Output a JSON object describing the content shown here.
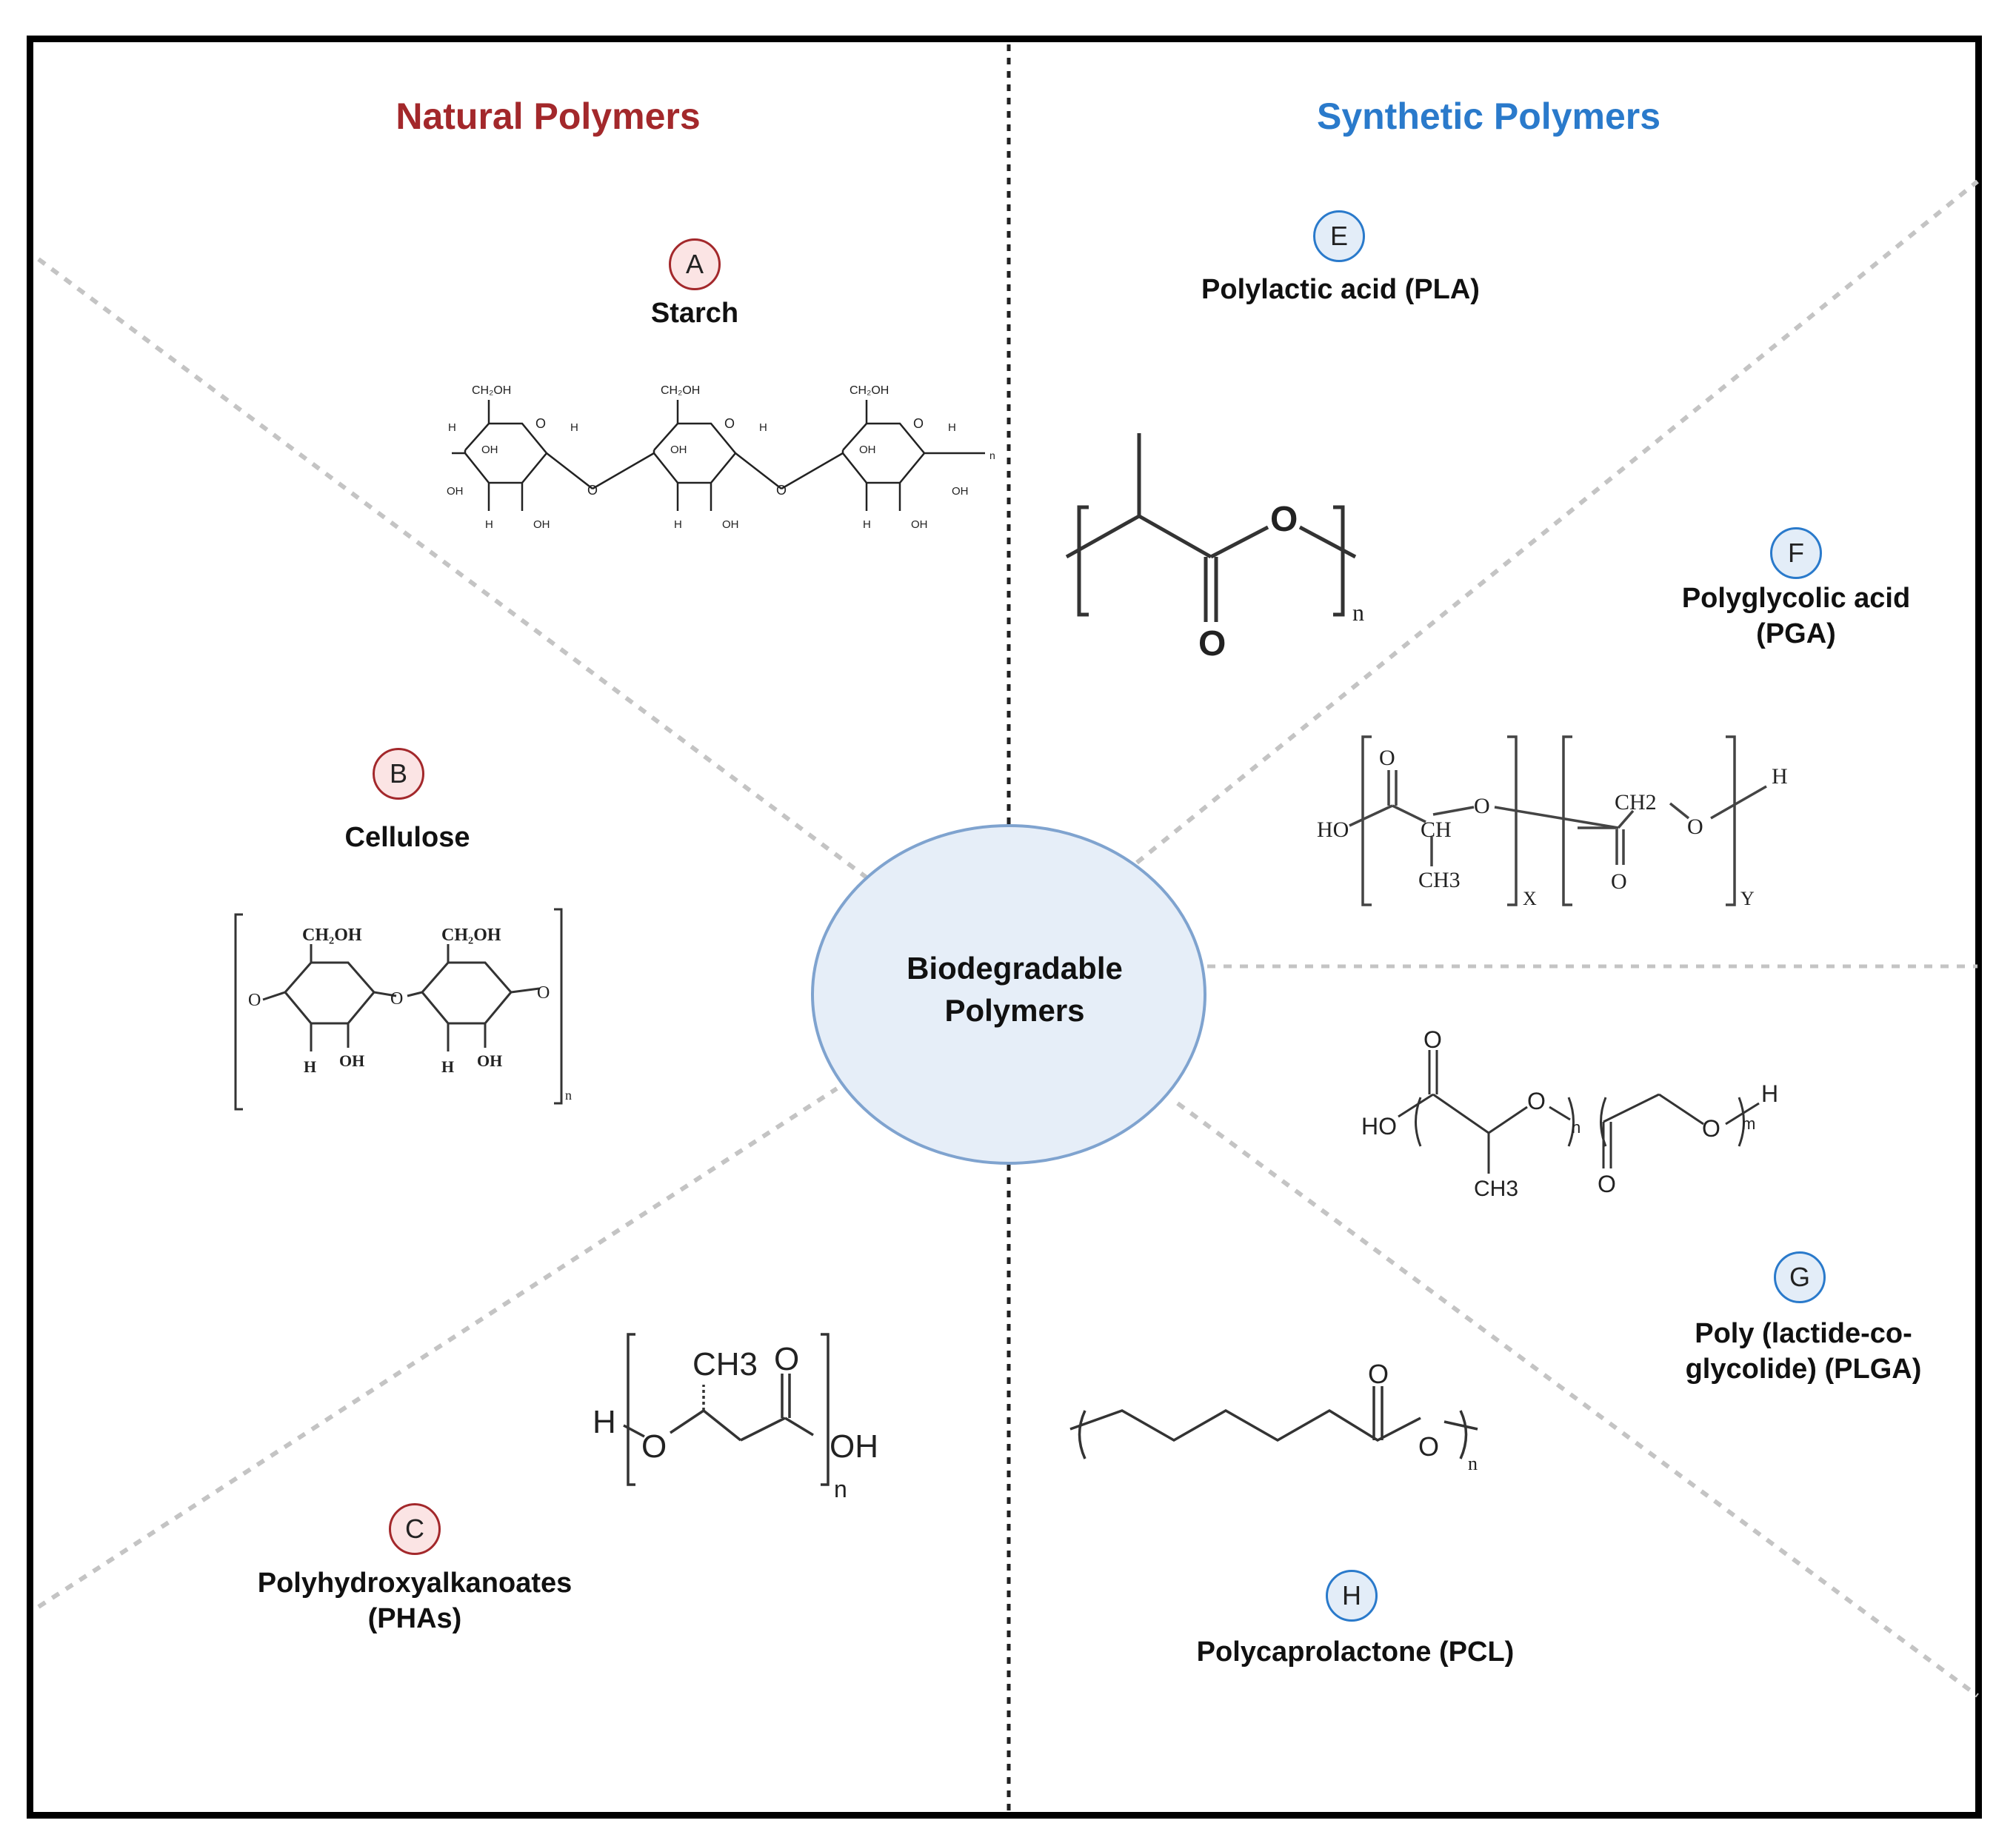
{
  "colors": {
    "natural": "#a3282b",
    "synthetic": "#2a7acb",
    "hub_fill": "#e6eef8",
    "hub_stroke": "#7fa3cf"
  },
  "headings": {
    "natural": "Natural Polymers",
    "synthetic": "Synthetic Polymers"
  },
  "hub": {
    "line1": "Biodegradable",
    "line2": "Polymers"
  },
  "natural_polymers": [
    {
      "letter": "A",
      "name": "Starch"
    },
    {
      "letter": "B",
      "name": "Cellulose"
    },
    {
      "letter": "C",
      "name_line1": "Polyhydroxyalkanoates",
      "name_line2": "(PHAs)"
    }
  ],
  "synthetic_polymers": [
    {
      "letter": "E",
      "name": "Polylactic acid (PLA)"
    },
    {
      "letter": "F",
      "name_line1": "Polyglycolic acid",
      "name_line2": "(PGA)"
    },
    {
      "letter": "G",
      "name_line1": "Poly (lactide-co-",
      "name_line2": "glycolide) (PLGA)"
    },
    {
      "letter": "H",
      "name": "Polycaprolactone (PCL)"
    }
  ],
  "structures": {
    "starch": {
      "ch2oh": "CH₂OH",
      "h": "H",
      "oh": "OH",
      "o": "O",
      "n": "n"
    },
    "cellulose": {
      "ch2oh": "CH₂OH",
      "h": "H",
      "oh": "OH",
      "o": "O",
      "n": "n"
    },
    "pha": {
      "h": "H",
      "o": "O",
      "ch3": "CH3",
      "oh": "OH",
      "n": "n"
    },
    "pla": {
      "o": "O",
      "n": "n"
    },
    "pga": {
      "ho": "HO",
      "ch": "CH",
      "ch3": "CH3",
      "o": "O",
      "ch2": "CH2",
      "h": "H",
      "x": "X",
      "y": "Y"
    },
    "plga": {
      "ho": "HO",
      "o": "O",
      "ch3": "CH3",
      "n": "n",
      "m": "m",
      "h": "H"
    },
    "pcl": {
      "o": "O",
      "n": "n"
    }
  }
}
